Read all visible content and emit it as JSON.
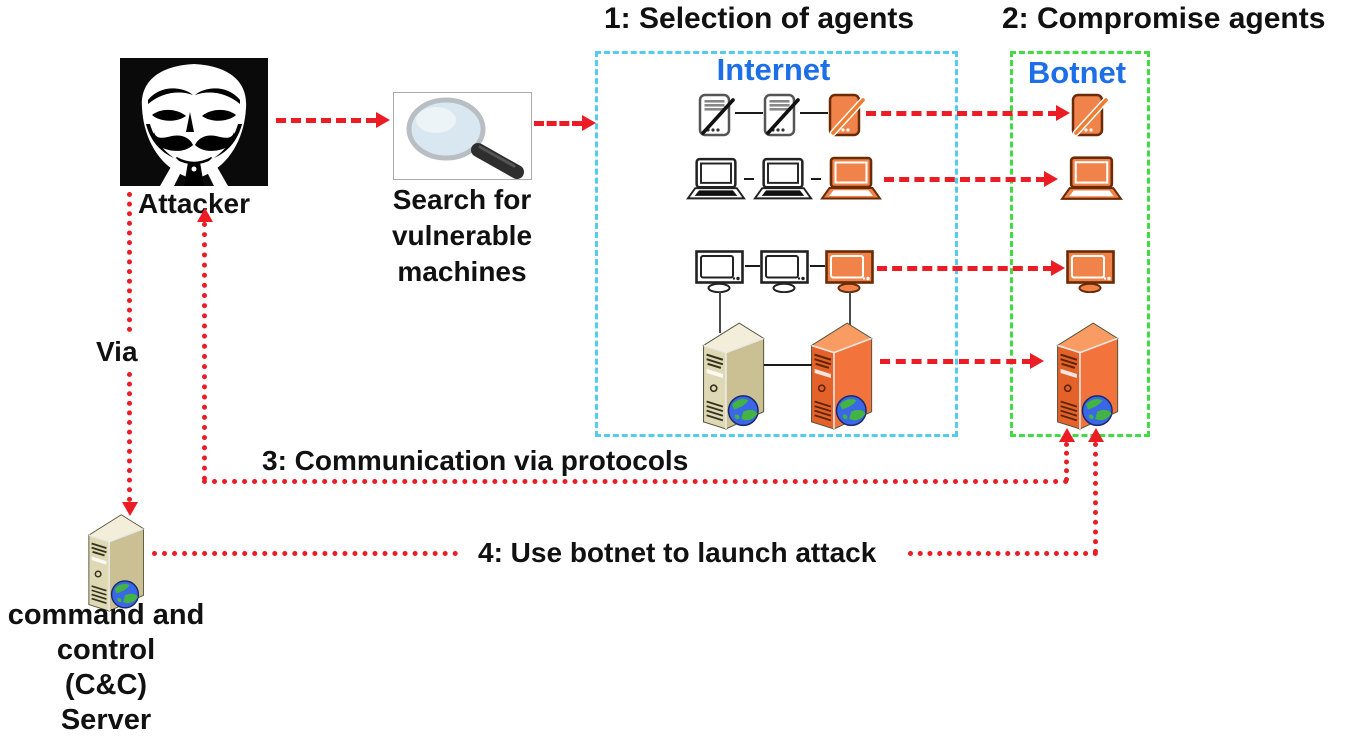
{
  "steps": {
    "step1": "1: Selection of agents",
    "step2": "2: Compromise agents",
    "step3": "3: Communication via protocols",
    "step4": "4: Use botnet to launch attack"
  },
  "zones": {
    "internet": {
      "label": "Internet"
    },
    "botnet": {
      "label": "Botnet"
    }
  },
  "nodes": {
    "attacker": {
      "label": "Attacker"
    },
    "search": {
      "lines": [
        "Search for",
        "vulnerable",
        "machines"
      ]
    },
    "cnc_server": {
      "lines": [
        "command and",
        "control",
        "(C&C)",
        "Server"
      ]
    }
  },
  "edge_labels": {
    "via": "Via"
  },
  "colors": {
    "arrow_red": "#EC1C24",
    "internet_border": "#55CBF0",
    "botnet_border": "#43DB43",
    "zone_label": "#1D6FE8",
    "device_orange": "#F0834A",
    "server_beige": "#DFD8B4",
    "text": "#111111"
  },
  "icons": {
    "attacker": "guy-fawkes-mask-icon",
    "search": "magnifier-icon",
    "internet_devices": [
      "pda-icon",
      "laptop-icon",
      "monitor-icon",
      "server-icon"
    ],
    "botnet_devices": [
      "pda-icon",
      "laptop-icon",
      "monitor-icon",
      "server-icon"
    ],
    "cnc": "server-icon"
  }
}
